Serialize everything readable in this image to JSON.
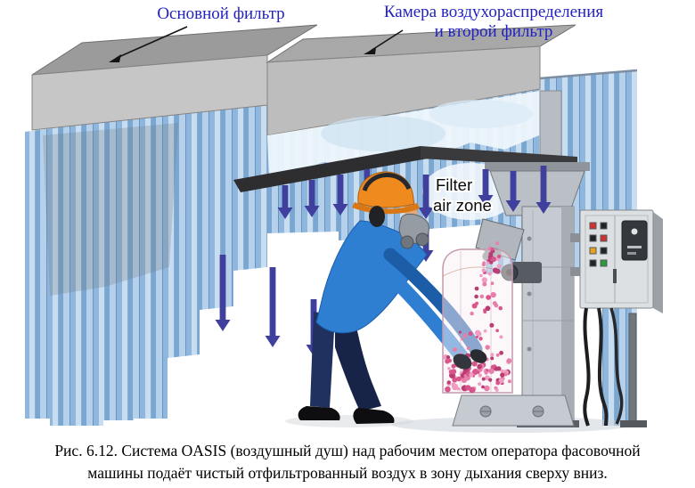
{
  "figure": {
    "labels": {
      "main_filter": "Основной фильтр",
      "chamber_line1": "Камера воздухораспределения",
      "chamber_line2": "и второй фильтр",
      "filter_zone_line1": "Filter",
      "filter_zone_line2": "air zone"
    },
    "caption": {
      "line1": "Рис. 6.12. Система OASIS (воздушный душ) над рабочим местом оператора фасовочной",
      "line2": "машины подаёт чистый отфильтрованный воздух в зону дыхания сверху вниз."
    }
  },
  "colors": {
    "label_blue": "#2222c2",
    "caption_text": "#000000",
    "arrow_blue": "#3f3f9e",
    "pointer_black": "#141414",
    "curtain_stripe_a": "#8fb6dc",
    "curtain_stripe_b": "#c9ddf0",
    "curtain_stripe_c": "#7aa6d2",
    "curtain_stripe_d": "#b5d0ea",
    "ceiling_top": "#9b9b9b",
    "ceiling_front": "#c6c6c6",
    "ceiling_top_b": "#a8a8a8",
    "ceiling_front_b": "#bdbdbd",
    "canopy_dark": "#2e2e30",
    "cloud_white": "#eef5fb",
    "machine_gray": "#c6cbd1",
    "cabinet_gray": "#dde0e3",
    "helmet_orange": "#ef8a1f",
    "jacket_blue": "#2e7fd2",
    "jacket_shade": "#1d5da8",
    "pants_navy": "#1c2c5e",
    "granule_pink": "#d8568c"
  }
}
